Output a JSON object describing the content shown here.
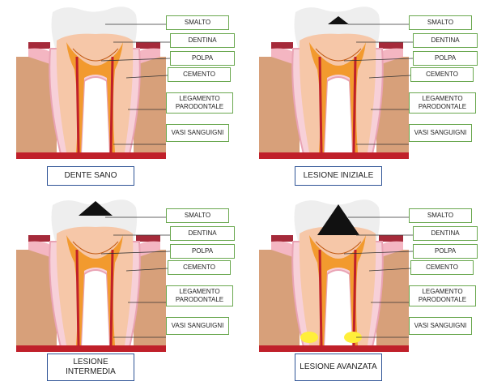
{
  "labels": {
    "smalto": "SMALTO",
    "dentina": "DENTINA",
    "polpa": "POLPA",
    "cemento": "CEMENTO",
    "legamento_1": "LEGAMENTO",
    "legamento_2": "PARODONTALE",
    "vasi": "VASI SANGUIGNI"
  },
  "panels": [
    {
      "caption_1": "DENTE SANO",
      "caption_2": ""
    },
    {
      "caption_1": "LESIONE INIZIALE",
      "caption_2": ""
    },
    {
      "caption_1": "LESIONE",
      "caption_2": "INTERMEDIA"
    },
    {
      "caption_1": "LESIONE AVANZATA",
      "caption_2": ""
    }
  ],
  "colors": {
    "enamel": "#eeeeee",
    "dentin": "#f6c7a8",
    "pulp": "#f29a2e",
    "gum_pink": "#f4b6c2",
    "bone": "#d7a07a",
    "vessel": "#c0202a",
    "lesion": "#111111",
    "abscess": "#ffef3a",
    "border_green": "#6aa84f",
    "border_blue": "#2f5496"
  },
  "lesion_stage": [
    0,
    1,
    2,
    3
  ]
}
